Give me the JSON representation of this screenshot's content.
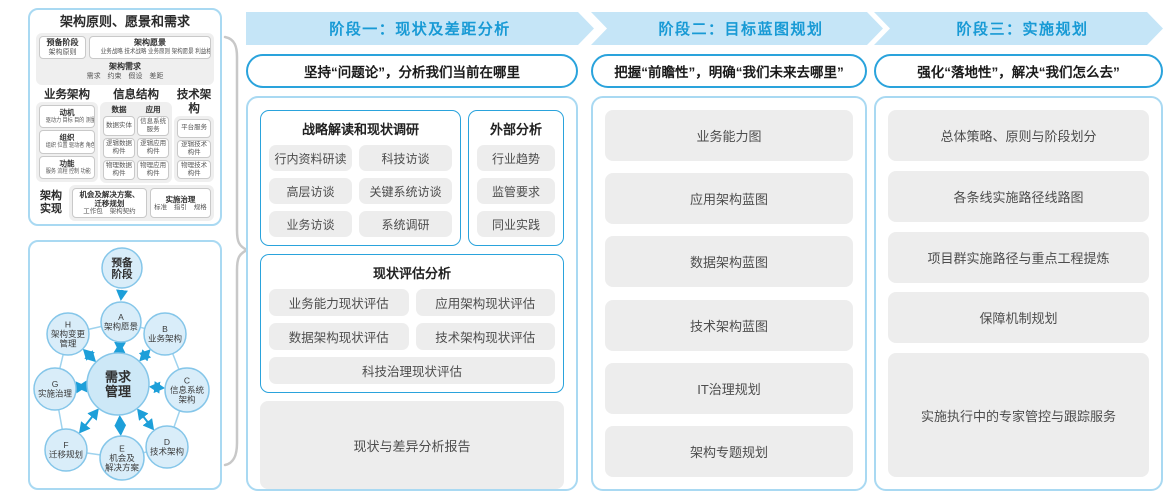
{
  "left_top": {
    "title": "架构原则、愿景和需求",
    "prep_title": "预备阶段",
    "prep_sub": "架构原则",
    "vision_title": "架构愿景",
    "vision_items": "业务战略 技术战略 业务原则 架构愿景 利益相关者",
    "req_title": "架构需求",
    "req_items": "需求 约束 假设 差距",
    "biz": {
      "title": "业务架构",
      "groups": [
        {
          "name": "动机",
          "detail": "驱动力 目标 目的 测量"
        },
        {
          "name": "组织",
          "detail": "组织 位置 驱动者 角色"
        },
        {
          "name": "功能",
          "detail": "服务 流程 控制 功能"
        }
      ]
    },
    "info": {
      "title": "信息结构",
      "data_header": "数据",
      "data_items": [
        "数据实体",
        "逻辑数据构件",
        "物理数据构件"
      ],
      "app_header": "应用",
      "app_items": [
        "信息系统服务",
        "逻辑应用构件",
        "物理应用构件"
      ]
    },
    "tech": {
      "title": "技术架构",
      "items": [
        "平台服务",
        "逻辑技术构件",
        "物理技术构件"
      ]
    },
    "impl": {
      "label_l1": "架构",
      "label_l2": "实现",
      "box1_l1": "机会及解决方案、",
      "box1_l2": "迁移规划",
      "box1_sub": "工作包 架构契约",
      "box2_l1": "实施治理",
      "box2_sub": "标准 指引 规格"
    }
  },
  "adm": {
    "prep": [
      "预备",
      "阶段"
    ],
    "center": [
      "需求",
      "管理"
    ],
    "nodes": [
      {
        "id": "A",
        "lines": [
          "架构愿景"
        ]
      },
      {
        "id": "B",
        "lines": [
          "业务架构"
        ]
      },
      {
        "id": "C",
        "lines": [
          "信息系统",
          "架构"
        ]
      },
      {
        "id": "D",
        "lines": [
          "技术架构"
        ]
      },
      {
        "id": "E",
        "lines": [
          "机会及",
          "解决方案"
        ]
      },
      {
        "id": "F",
        "lines": [
          "迁移规划"
        ]
      },
      {
        "id": "G",
        "lines": [
          "实施治理"
        ]
      },
      {
        "id": "H",
        "lines": [
          "架构变更",
          "管理"
        ]
      }
    ]
  },
  "phases": [
    {
      "banner": "阶段一：现状及差距分析",
      "subtitle": "坚持“问题论”，分析我们当前在哪里"
    },
    {
      "banner": "阶段二：目标蓝图规划",
      "subtitle": "把握“前瞻性”，明确“我们未来去哪里”",
      "items": [
        "业务能力图",
        "应用架构蓝图",
        "数据架构蓝图",
        "技术架构蓝图",
        "IT治理规划",
        "架构专题规划"
      ]
    },
    {
      "banner": "阶段三：实施规划",
      "subtitle": "强化“落地性”，解决“我们怎么去”",
      "items": [
        "总体策略、原则与阶段划分",
        "各条线实施路径线路图",
        "项目群实施路径与重点工程提炼",
        "保障机制规划"
      ],
      "big_item": "实施执行中的专家管控与跟踪服务"
    }
  ],
  "phase1": {
    "research": {
      "title": "战略解读和现状调研",
      "items": [
        "行内资料研读",
        "科技访谈",
        "高层访谈",
        "关键系统访谈",
        "业务访谈",
        "系统调研"
      ]
    },
    "external": {
      "title": "外部分析",
      "items": [
        "行业趋势",
        "监管要求",
        "同业实践"
      ]
    },
    "assessment": {
      "title": "现状评估分析",
      "items": [
        "业务能力现状评估",
        "应用架构现状评估",
        "数据架构现状评估",
        "技术架构现状评估"
      ],
      "full_item": "科技治理现状评估"
    },
    "report": "现状与差异分析报告"
  },
  "colors": {
    "banner_bg": "#c5e5f7",
    "banner_text": "#189ad5",
    "accent_blue": "#2aa3dc",
    "panel_border": "#a9d9f2",
    "gray_box": "#ededed",
    "circle_fill": "#d9edf9",
    "circle_stroke": "#85c6e9",
    "arrow_blue": "#1d9fd9",
    "brace_gray": "#c8c8c8"
  }
}
